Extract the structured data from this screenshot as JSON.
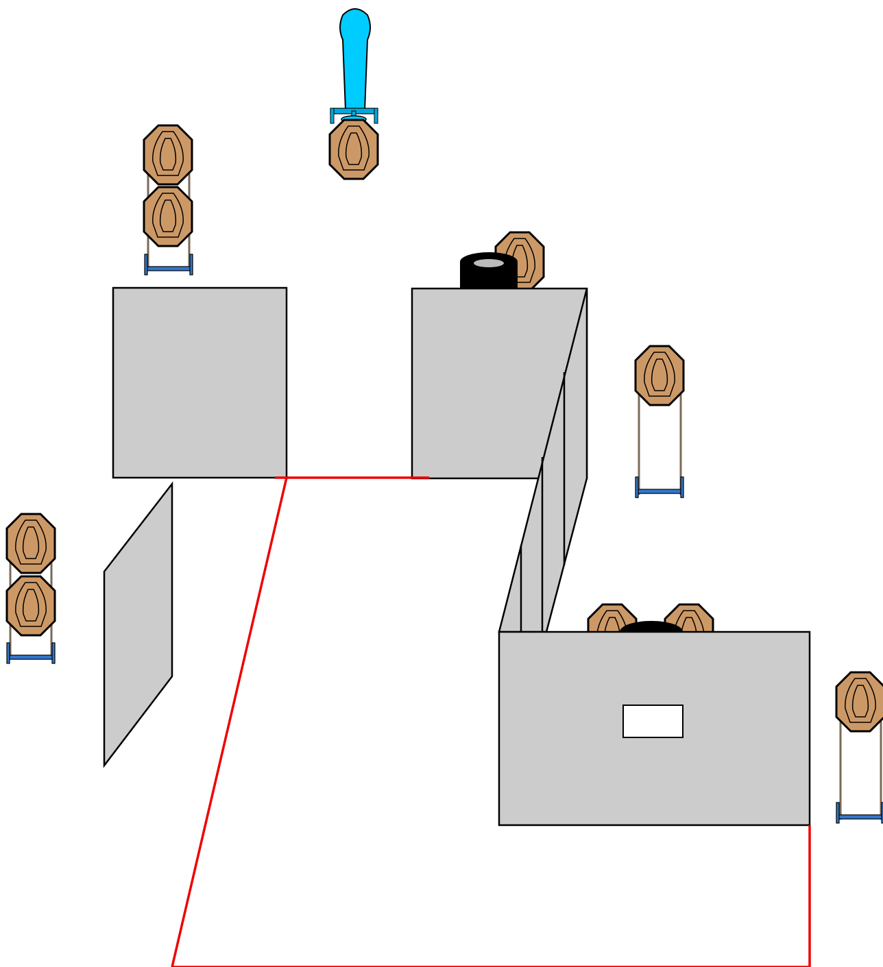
{
  "stage": {
    "colors": {
      "background": "#ffffff",
      "wall_fill": "#cccccc",
      "outline": "#000000",
      "fault_line": "#ee0000",
      "target_fill": "#cc9966",
      "stand_base": "#3377cc",
      "popper": "#00ccff",
      "barrel": "#000000",
      "barrel_top": "#bbbbbb",
      "port": "#ffffff"
    },
    "elements": [
      {
        "type": "wall",
        "name": "wall-left-square"
      },
      {
        "type": "wall",
        "name": "wall-center-square"
      },
      {
        "type": "wall",
        "name": "wall-diagonal-panel"
      },
      {
        "type": "wall",
        "name": "wall-left-angled-panel"
      },
      {
        "type": "wall",
        "name": "wall-bottom-right-with-port"
      },
      {
        "type": "port",
        "name": "shooting-port"
      },
      {
        "type": "fault-line",
        "name": "shooting-area-fault-line"
      },
      {
        "type": "target-stand",
        "name": "double-target-stand-top-left",
        "targets": 2
      },
      {
        "type": "target-stand",
        "name": "double-target-stand-left",
        "targets": 2
      },
      {
        "type": "target-stand",
        "name": "single-target-stand-right",
        "targets": 1
      },
      {
        "type": "target-stand",
        "name": "single-target-stand-far-right",
        "targets": 1
      },
      {
        "type": "popper-with-target",
        "name": "popper-activated-target",
        "targets": 1
      },
      {
        "type": "barrel",
        "name": "barrel-center",
        "targets_behind": 1
      },
      {
        "type": "barrel",
        "name": "barrel-bottom-right",
        "targets_behind": 2
      }
    ]
  }
}
